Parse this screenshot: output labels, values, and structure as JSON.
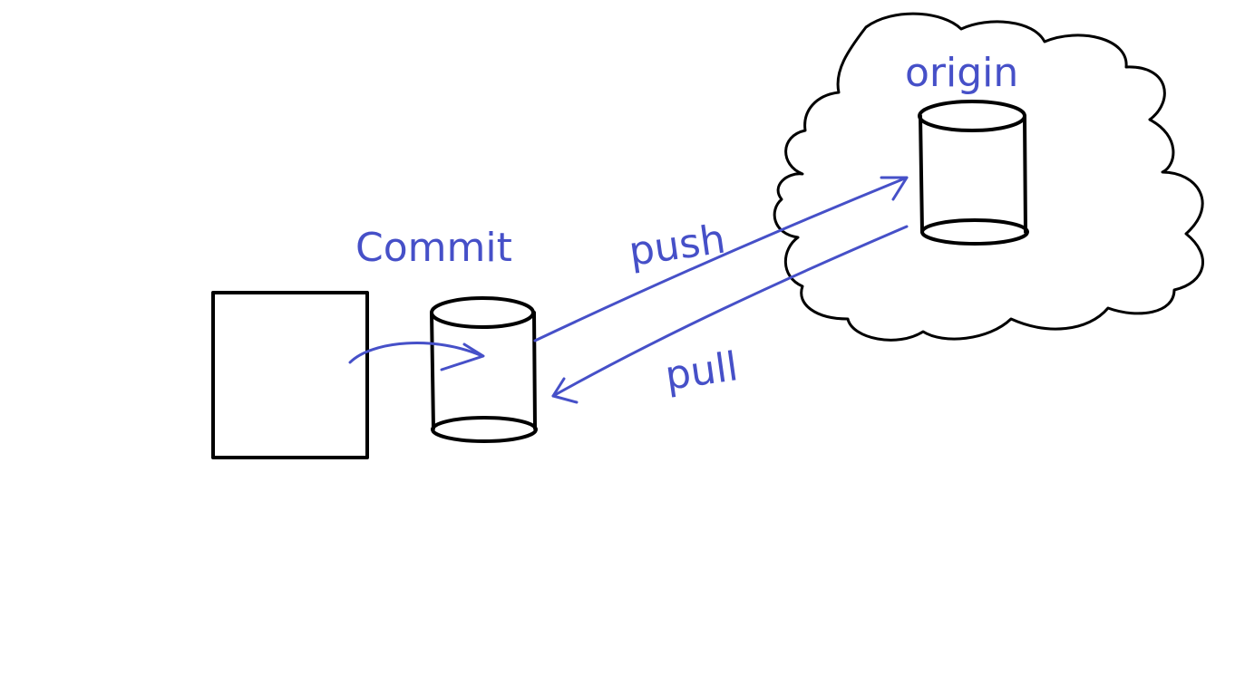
{
  "colors": {
    "background": "#ffffff",
    "outline": "#000000",
    "annotation": "#4650c8"
  },
  "labels": {
    "commit": "Commit",
    "push": "push",
    "pull": "pull",
    "origin": "origin"
  },
  "shapes": {
    "working_directory": "square",
    "local_repository": "cylinder",
    "remote_repository": "cylinder",
    "remote_boundary": "cloud"
  }
}
